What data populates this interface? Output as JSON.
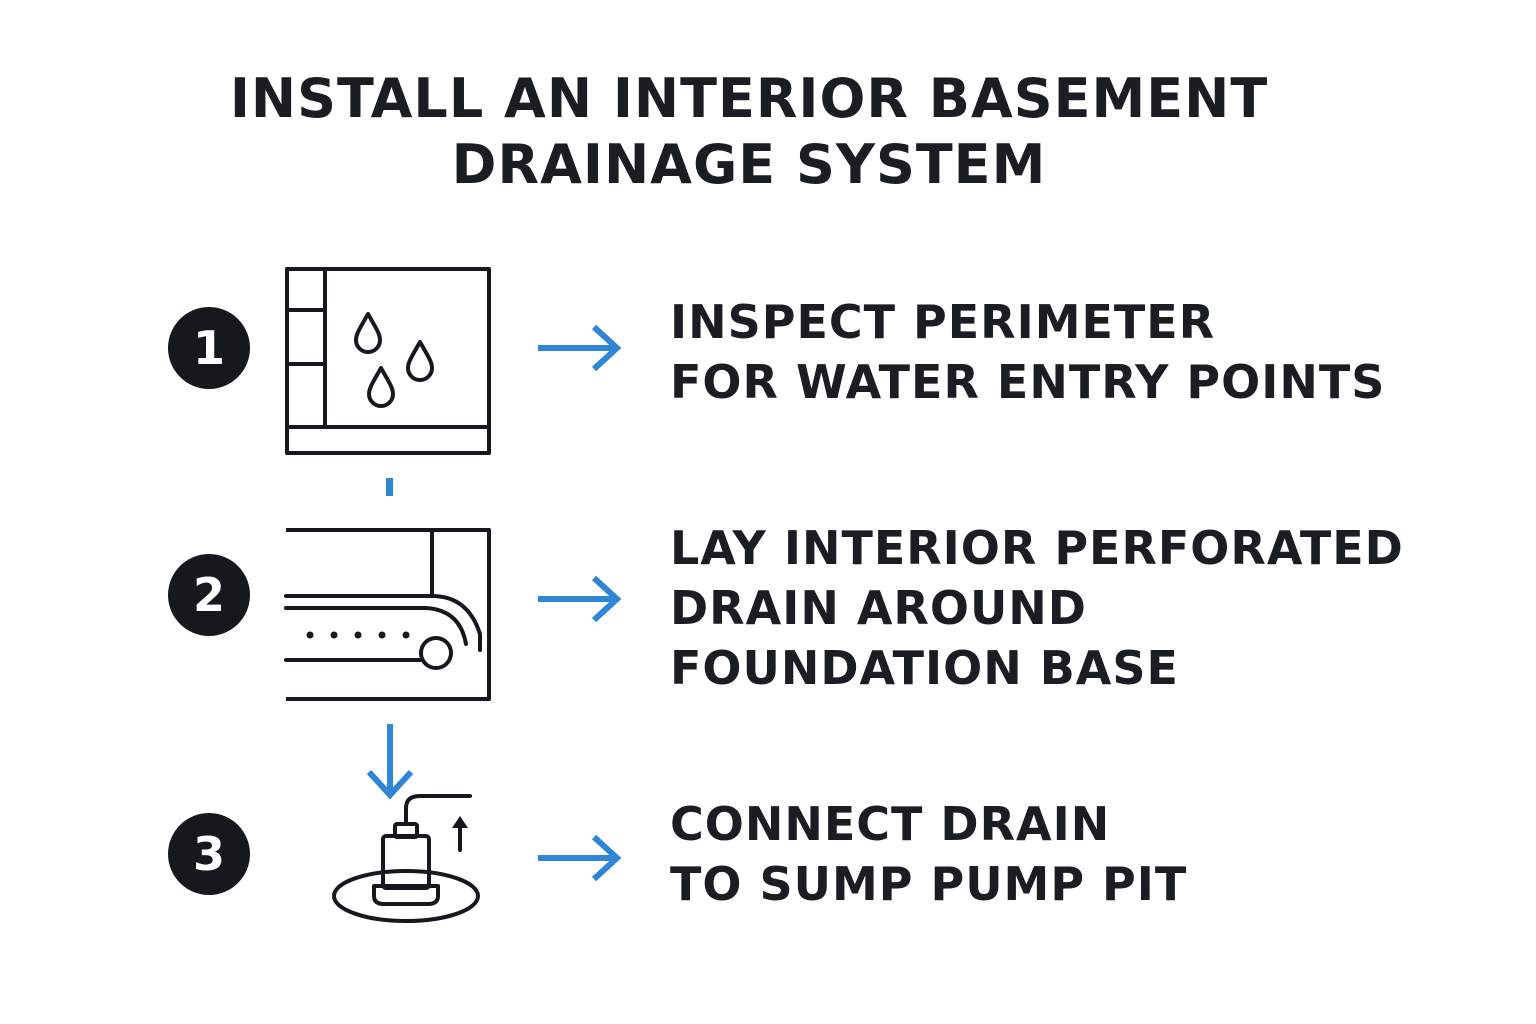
{
  "title": {
    "line1": "INSTALL AN INTERIOR BASEMENT",
    "line2": "DRAINAGE SYSTEM"
  },
  "colors": {
    "accent": "#2f86d6",
    "ink": "#15181c",
    "background": "#ffffff"
  },
  "steps": [
    {
      "number": "1",
      "icon": "basement-wall-water-drops-icon",
      "lines": [
        "INSPECT PERIMETER",
        "FOR WATER ENTRY POINTS"
      ]
    },
    {
      "number": "2",
      "icon": "perforated-drain-pipe-icon",
      "lines": [
        "LAY INTERIOR PERFORATED",
        "DRAIN AROUND",
        "FOUNDATION BASE"
      ]
    },
    {
      "number": "3",
      "icon": "sump-pump-pit-icon",
      "lines": [
        "CONNECT DRAIN",
        "TO SUMP PUMP PIT"
      ]
    }
  ]
}
